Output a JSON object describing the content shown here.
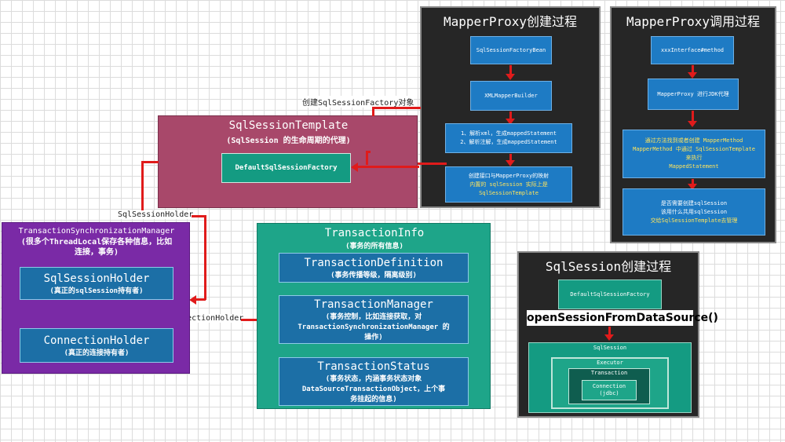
{
  "panel_proxy_create": {
    "title": "MapperProxy创建过程",
    "step1": "SqlSessionFactoryBean",
    "step2": "XMLMapperBuilder",
    "step3_line1": "1、解析xml，生成mappedStatement",
    "step3_line2": "2、解析注解，生成mappedStatement",
    "step4_line1": "创建接口与MapperProxy的映射",
    "step4_line2": "内置的 sqlSession 实际上是",
    "step4_line3": "SqlSessionTemplate"
  },
  "panel_proxy_invoke": {
    "title": "MapperProxy调用过程",
    "step1": "xxxInterface#method",
    "step2": "MapperProxy 进行JDK代理",
    "step3_line1": "通过方法找到或者创建 MapperMethod",
    "step3_line2": "MapperMethod 中通过 SqlSessionTemplate",
    "step3_line3": "来执行",
    "step3_line4": "MappedStatement",
    "step4_line1": "是否需要创建sqlSession",
    "step4_line2": "该用什么共用sqlSession",
    "step4_line3": "交给SqlSessionTemplate去管理"
  },
  "template_box": {
    "title": "SqlSessionTemplate",
    "subtitle": "(SqlSession 的生命周期的代理)",
    "inner": "DefaultSqlSessionFactory"
  },
  "sync_manager": {
    "title": "TransactionSynchronizationManager",
    "subtitle_line1": "(很多个ThreadLocal保存各种信息，比如",
    "subtitle_line2": "连接，事务)",
    "holder1_title": "SqlSessionHolder",
    "holder1_sub": "(真正的sqlSession持有者)",
    "holder2_title": "ConnectionHolder",
    "holder2_sub": "(真正的连接持有者)"
  },
  "tx_info": {
    "title": "TransactionInfo",
    "subtitle": "(事务的所有信息)",
    "def_title": "TransactionDefinition",
    "def_sub": "(事务传播等级，隔离级别)",
    "mgr_title": "TransactionManager",
    "mgr_sub_line1": "(事务控制，比如连接获取，对",
    "mgr_sub_line2": "TransactionSynchronizationManager 的",
    "mgr_sub_line3": "操作)",
    "status_title": "TransactionStatus",
    "status_sub_line1": "(事务状态，内涵事务状态对象",
    "status_sub_line2": "DataSourceTransactionObject，上个事",
    "status_sub_line3": "务挂起的信息)"
  },
  "session_create": {
    "title": "SqlSession创建过程",
    "factory": "DefaultSqlSessionFactory",
    "method": "openSessionFromDataSource()",
    "sqlsession": "SqlSession",
    "executor": "Executor",
    "transaction": "Transaction",
    "connection_line1": "Connection",
    "connection_line2": "(jdbc)"
  },
  "labels": {
    "create_factory": "创建SqlSessionFactory对象",
    "session_holder": "SqlSessionHolder",
    "connection_holder": "ConnectionHolder"
  },
  "colors": {
    "panel_bg": "#262626",
    "blue_box": "#1e7bc4",
    "template_bg": "#a8486a",
    "sync_bg": "#7a2aa6",
    "txinfo_bg": "#1ea589",
    "teal_inner": "#149b82",
    "arrow": "#e01b1b"
  }
}
